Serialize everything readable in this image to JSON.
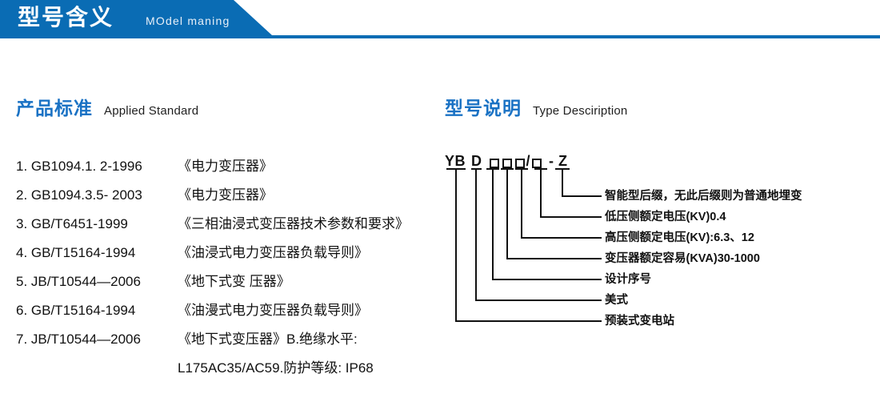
{
  "banner": {
    "title_cn": "型号含义",
    "title_en": "MOdel maning",
    "color": "#0a6cb4"
  },
  "sections": {
    "standards": {
      "heading_cn": "产品标准",
      "heading_en": "Applied Standard",
      "heading_color": "#1a72c4",
      "items": [
        {
          "code": "1. GB1094.1. 2-1996",
          "title": "《电力变压器》"
        },
        {
          "code": "2. GB1094.3.5- 2003",
          "title": "《电力变压器》"
        },
        {
          "code": "3. GB/T6451-1999",
          "title": "《三相油浸式变压器技术参数和要求》"
        },
        {
          "code": "4. GB/T15164-1994",
          "title": "《油浸式电力变压器负载导则》"
        },
        {
          "code": "5. JB/T10544—2006",
          "title": "《地下式变 压器》"
        },
        {
          "code": "6. GB/T15164-1994",
          "title": "《油漫式电力变压器负载导则》"
        },
        {
          "code": "7. JB/T10544—2006",
          "title": "《地下式变压器》B.绝缘水平:"
        }
      ],
      "continuation": "L175AC35/AC59.防护等级: IP68"
    },
    "type_description": {
      "heading_cn": "型号说明",
      "heading_en": "Type Desciription",
      "heading_color": "#1a72c4",
      "code_segments": [
        {
          "kind": "text",
          "text": "YB"
        },
        {
          "kind": "text",
          "text": "D"
        },
        {
          "kind": "box"
        },
        {
          "kind": "box"
        },
        {
          "kind": "box"
        },
        {
          "kind": "text",
          "text": "/"
        },
        {
          "kind": "box"
        },
        {
          "kind": "text",
          "text": "- Z"
        }
      ],
      "code_plain": "YB D □□□/□ - Z",
      "callouts": [
        {
          "label": "智能型后缀，无此后缀则为普通地埋变"
        },
        {
          "label": "低压侧额定电压(KV)0.4"
        },
        {
          "label": "高压侧额定电压(KV):6.3、12"
        },
        {
          "label": "变压器额定容易(KVA)30-1000"
        },
        {
          "label": "设计序号"
        },
        {
          "label": "美式"
        },
        {
          "label": "预装式变电站"
        }
      ]
    }
  }
}
